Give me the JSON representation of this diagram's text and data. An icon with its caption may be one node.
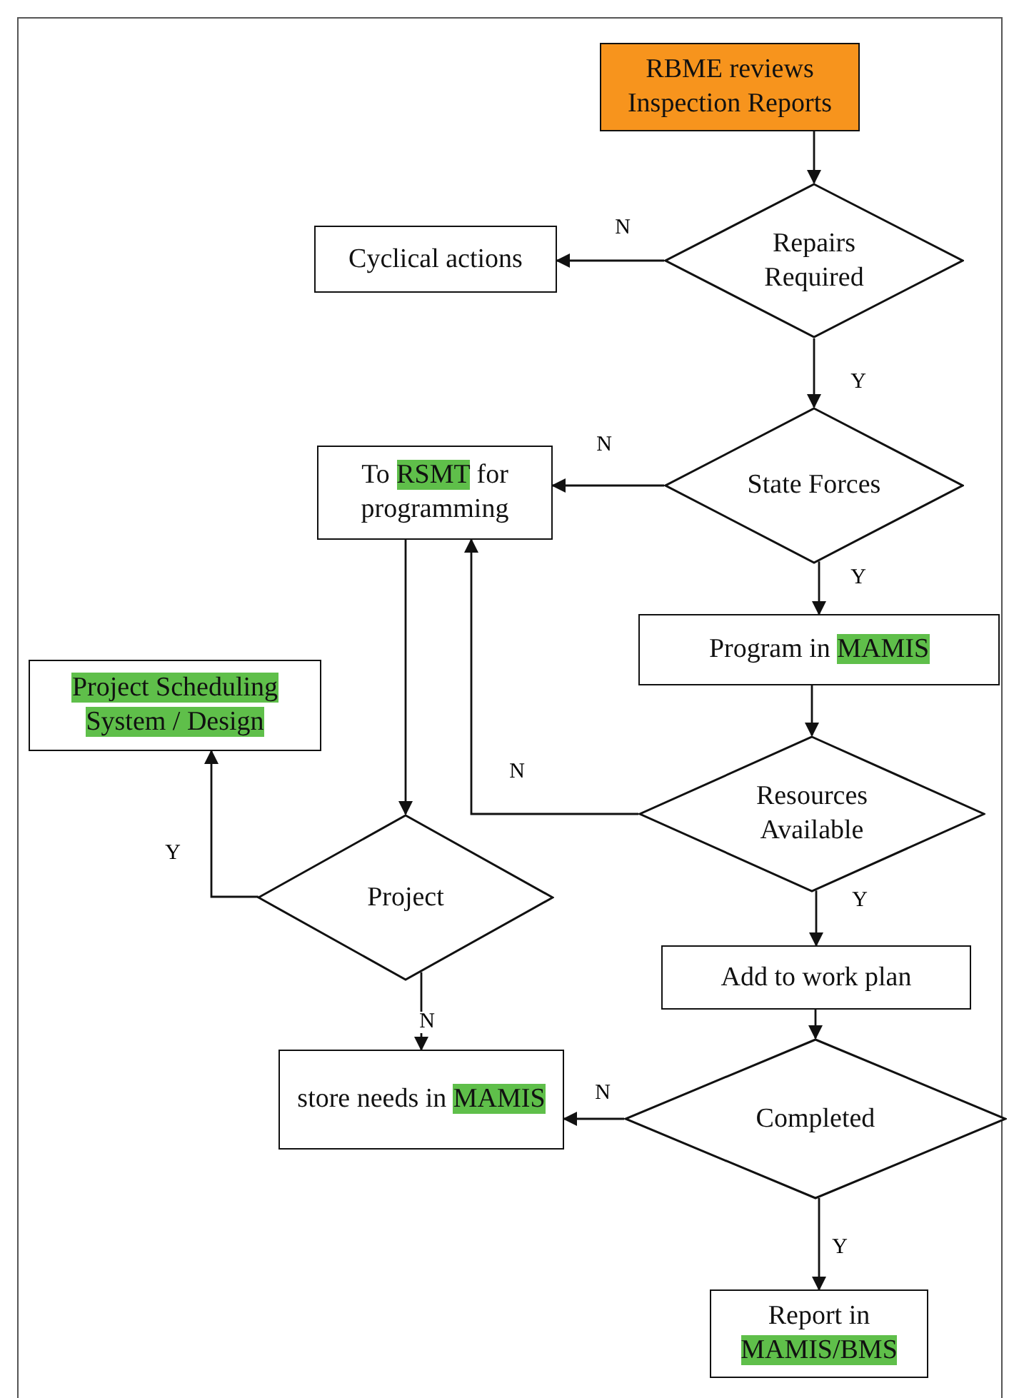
{
  "diagram": {
    "nodes": [
      {
        "text": [
          "RBME reviews Inspection Reports"
        ]
      },
      {
        "text": [
          "Repairs Required"
        ]
      },
      {
        "text": [
          "Cyclical actions"
        ]
      },
      {
        "text": [
          "State Forces"
        ]
      },
      {
        "text": [
          "To RSMT for programming"
        ]
      },
      {
        "text": [
          "Program in MAMIS"
        ]
      },
      {
        "text": [
          "Project Scheduling System / Design"
        ]
      },
      {
        "text": [
          "Resources Available"
        ]
      },
      {
        "text": [
          "Project"
        ]
      },
      {
        "text": [
          "Add to work plan"
        ]
      },
      {
        "text": [
          "store needs in MAMIS"
        ]
      },
      {
        "text": [
          "Completed"
        ]
      },
      {
        "text": [
          "Report in MAMIS/BMS"
        ]
      }
    ],
    "edges": [
      {
        "from": 0,
        "to": 1,
        "arrow": "to"
      },
      {
        "from": 1,
        "to": 2,
        "arrow": "to",
        "label": "N"
      },
      {
        "from": 1,
        "to": 3,
        "arrow": "to",
        "label": "Y"
      },
      {
        "from": 3,
        "to": 4,
        "arrow": "to",
        "label": "N"
      },
      {
        "from": 3,
        "to": 5,
        "arrow": "to",
        "label": "Y"
      },
      {
        "from": 5,
        "to": 7,
        "arrow": "to"
      },
      {
        "from": 7,
        "to": 4,
        "arrow": "to",
        "label": "N"
      },
      {
        "from": 7,
        "to": 9,
        "arrow": "to",
        "label": "Y"
      },
      {
        "from": 4,
        "to": 8,
        "arrow": "to"
      },
      {
        "from": 8,
        "to": 6,
        "arrow": "to",
        "label": "Y"
      },
      {
        "from": 8,
        "to": 10,
        "arrow": "to",
        "label": "N"
      },
      {
        "from": 9,
        "to": 11,
        "arrow": "to"
      },
      {
        "from": 11,
        "to": 10,
        "arrow": "to",
        "label": "N"
      },
      {
        "from": 11,
        "to": 12,
        "arrow": "to",
        "label": "Y"
      }
    ]
  }
}
